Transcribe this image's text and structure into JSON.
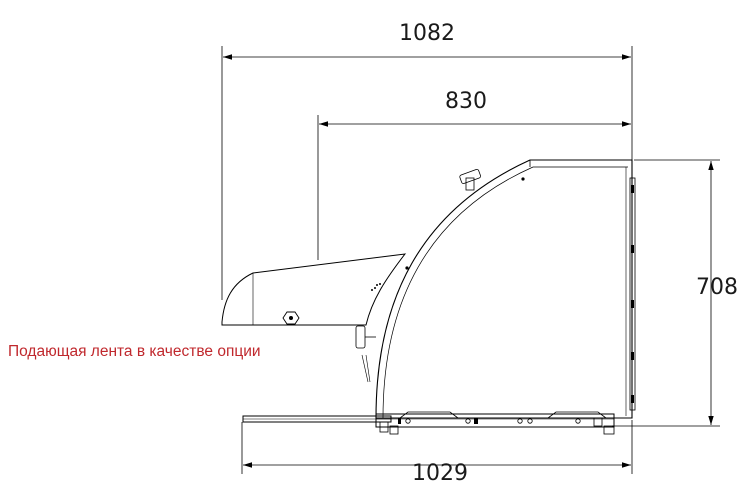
{
  "dimensions": {
    "overall_length": "1082",
    "hood_length": "830",
    "height": "708",
    "base_length": "1029"
  },
  "annotation": {
    "text": "Подающая лента в качестве опции",
    "color": "#c0282d"
  }
}
